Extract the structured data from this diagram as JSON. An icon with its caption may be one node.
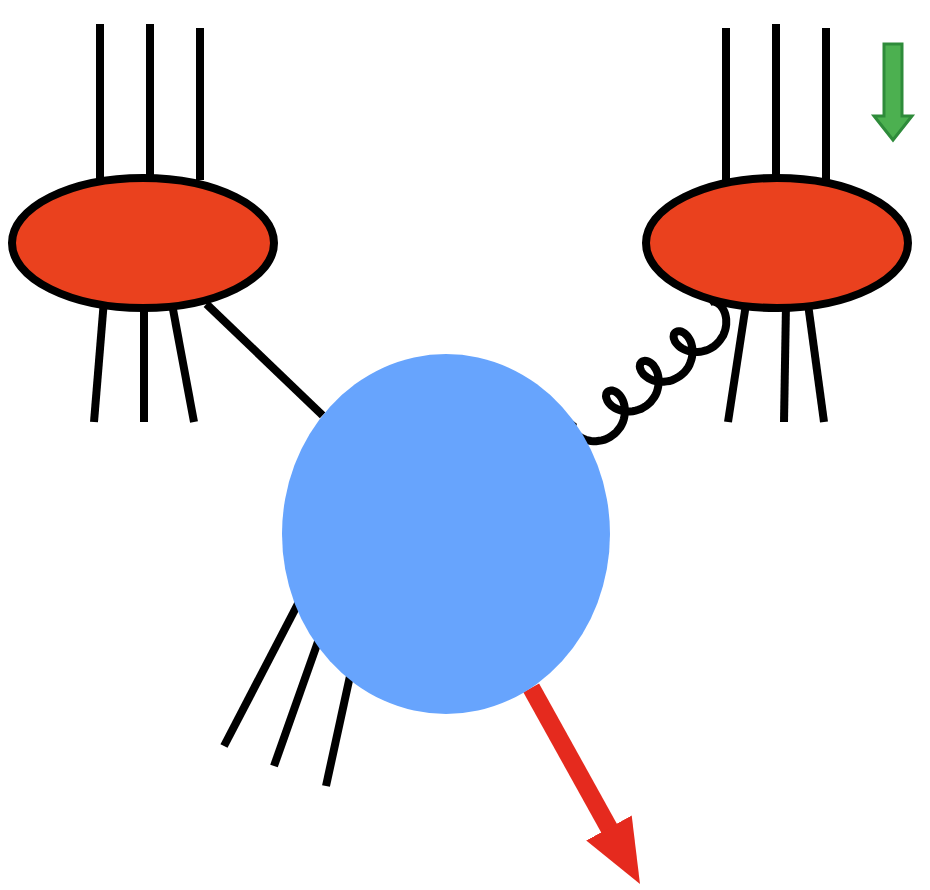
{
  "diagram": {
    "nodes": [
      {
        "text": [],
        "shape": "ellipse"
      },
      {
        "text": [],
        "shape": "ellipse"
      },
      {
        "text": [],
        "shape": "ellipse"
      }
    ],
    "edges": [
      {
        "from": 0,
        "to": 2,
        "arrow": "none"
      },
      {
        "from": 1,
        "to": 2,
        "arrow": "none"
      },
      {
        "from": 2,
        "to": null,
        "arrow": "to",
        "style": "thick",
        "color": "#e52a1e"
      }
    ]
  }
}
